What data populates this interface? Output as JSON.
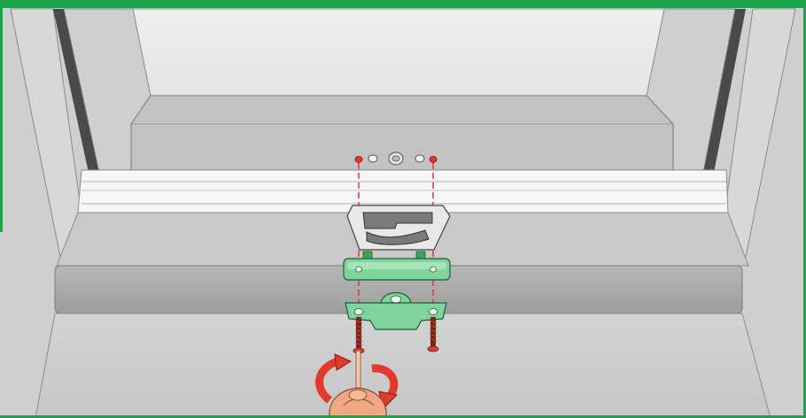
{
  "figure": {
    "accent_color": "#1aa34a",
    "highlight_color": "#e03a2a",
    "part_color": "#7ed49a",
    "skin_color": "#f0a882",
    "frame_color": "#c9c9c9"
  },
  "parts": {
    "hole_markers": [
      "left-hole-marker",
      "right-hole-marker"
    ],
    "bracket": "grey-latch-bracket",
    "upper_plate": "green-mounting-plate",
    "lower_clip": "green-hinge-clip",
    "screws": [
      "left-screw",
      "right-screw"
    ],
    "rotation": "clockwise-rotation-arrow",
    "hand": "hand-with-screwdriver"
  }
}
